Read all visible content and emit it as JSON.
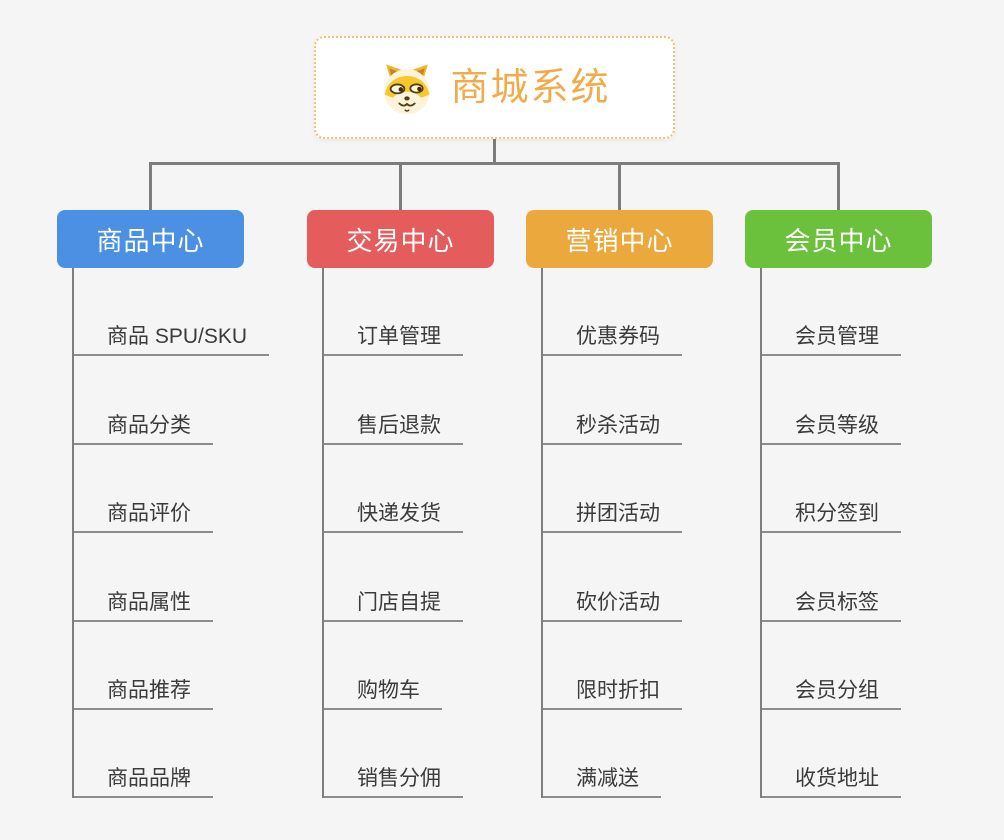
{
  "page": {
    "background_color": "#f5f5f5"
  },
  "root": {
    "title": "商城系统",
    "icon": "doge-face-icon",
    "title_color": "#f0ac4c",
    "border_color": "#f2c077",
    "background_color": "#ffffff"
  },
  "connector": {
    "color": "#7d7d7d",
    "spine_color": "#7e7e7e",
    "underline_color": "#8c8c8c"
  },
  "child_text_color": "#3b3b3b",
  "branches": [
    {
      "label": "商品中心",
      "color": "#4b90e2",
      "children": [
        "商品 SPU/SKU",
        "商品分类",
        "商品评价",
        "商品属性",
        "商品推荐",
        "商品品牌"
      ]
    },
    {
      "label": "交易中心",
      "color": "#e45c5c",
      "children": [
        "订单管理",
        "售后退款",
        "快递发货",
        "门店自提",
        "购物车",
        "销售分佣"
      ]
    },
    {
      "label": "营销中心",
      "color": "#eba93d",
      "children": [
        "优惠券码",
        "秒杀活动",
        "拼团活动",
        "砍价活动",
        "限时折扣",
        "满减送"
      ]
    },
    {
      "label": "会员中心",
      "color": "#6cc13c",
      "children": [
        "会员管理",
        "会员等级",
        "积分签到",
        "会员标签",
        "会员分组",
        "收货地址"
      ]
    }
  ]
}
